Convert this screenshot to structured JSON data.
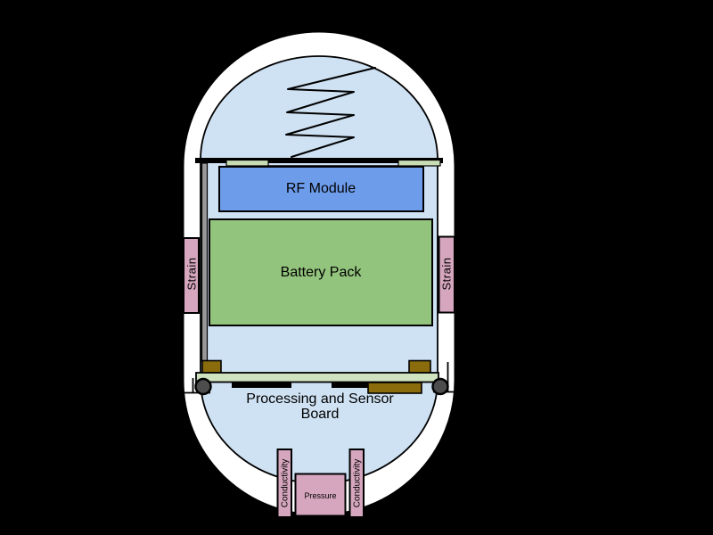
{
  "colors": {
    "background": "#000000",
    "shell": "#ffffff",
    "liner": "#cfe2f3",
    "outline": "#000000",
    "rf_module": "#6d9ceb",
    "battery": "#93c47d",
    "pad_green": "#c9ddb5",
    "pcb_green": "#cfe3c1",
    "component_brown": "#8a6c0d",
    "sensor_pink": "#d5a6bd",
    "rail_gray": "#999999",
    "pivot_gray": "#4d4d4d"
  },
  "labels": {
    "rf_module": "RF Module",
    "battery_pack": "Battery Pack",
    "processing_board": "Processing and Sensor Board",
    "strain_left": "Strain",
    "strain_right": "Strain",
    "conductivity_left": "Conductivity",
    "conductivity_right": "Conductivity",
    "pressure": "Pressure"
  }
}
